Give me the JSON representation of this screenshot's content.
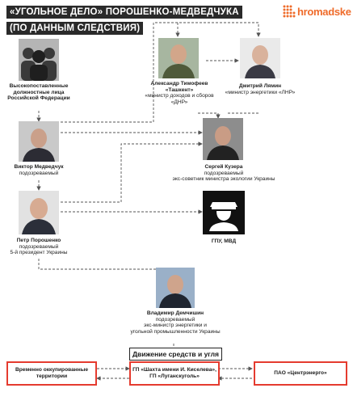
{
  "title": {
    "line1": "«УГОЛЬНОЕ ДЕЛО» ПОРОШЕНКО-МЕДВЕДЧУКА",
    "line2": "(ПО ДАННЫМ СЛЕДСТВИЯ)"
  },
  "logo": {
    "text": "hromadske",
    "color": "#ef6b2a"
  },
  "people": {
    "russia": {
      "name": "Высокопоставленные должностные лица Российской Федерации",
      "role": ""
    },
    "timofeev": {
      "name": "Александр Тимофеев «Ташкент»",
      "role": "«министр доходов и сборов «ДНР»"
    },
    "lyamin": {
      "name": "Дмитрий Лямин",
      "role": "«министр энергетики «ЛНР»"
    },
    "medvedchuk": {
      "name": "Виктор Медведчук",
      "role": "подозреваемый"
    },
    "kuzera": {
      "name": "Сергей Кузера",
      "role1": "подозреваемый",
      "role2": "экс-советник министра экологии Украины"
    },
    "poroshenko": {
      "name": "Петр Порошенко",
      "role1": "подозреваемый",
      "role2": "5-й президент Украины"
    },
    "gpu": {
      "name": "ГПУ, МВД"
    },
    "demchyshyn": {
      "name": "Владимир Демчишин",
      "role1": "подозреваемый",
      "role2": "экс-министр энергетики и",
      "role3": "угольной промышленности Украины"
    }
  },
  "legend": {
    "label": "Движение средств и угля"
  },
  "flow": {
    "left": "Временно оккупированные территории",
    "center_line1": "ГП «Шахта имени И. Киселева»,",
    "center_line2": "ГП «Луганскуголь»",
    "right": "ПАО «Центрэнерго»"
  },
  "colors": {
    "flow_box_border": "#e53b2f",
    "arrow": "#555555",
    "title_bg": "#2a2a2a"
  }
}
